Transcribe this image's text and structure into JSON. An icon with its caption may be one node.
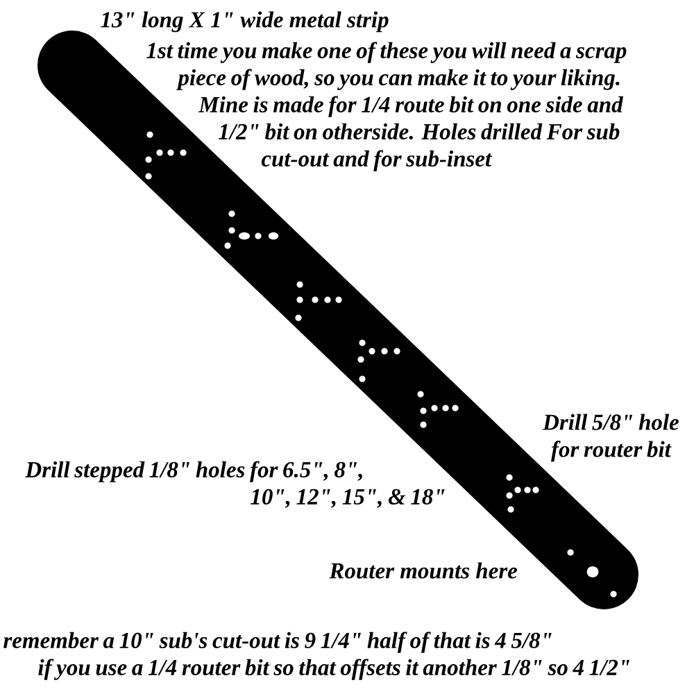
{
  "diagram": {
    "labels": [
      "13\" long X 1\" wide metal strip",
      "1st time you make one of these you will need a scrap piece of wood, so you can make it to your liking. Mine is made for 1/4 route bit on one side and 1/2\" bit on otherside. Holes drilled For sub cut-out and for sub-inset",
      "Drill 5/8\" hole for router bit",
      "Drill stepped 1/8\" holes for 6.5\", 8\", 10\", 12\", 15\", & 18\"",
      "Router mounts here",
      "remember a 10\" sub's cut-out is 9 1/4\" half of that is 4 5/8\" if you use a 1/4 router bit so that offsets it another 1/8\" so 4 1/2\""
    ]
  }
}
